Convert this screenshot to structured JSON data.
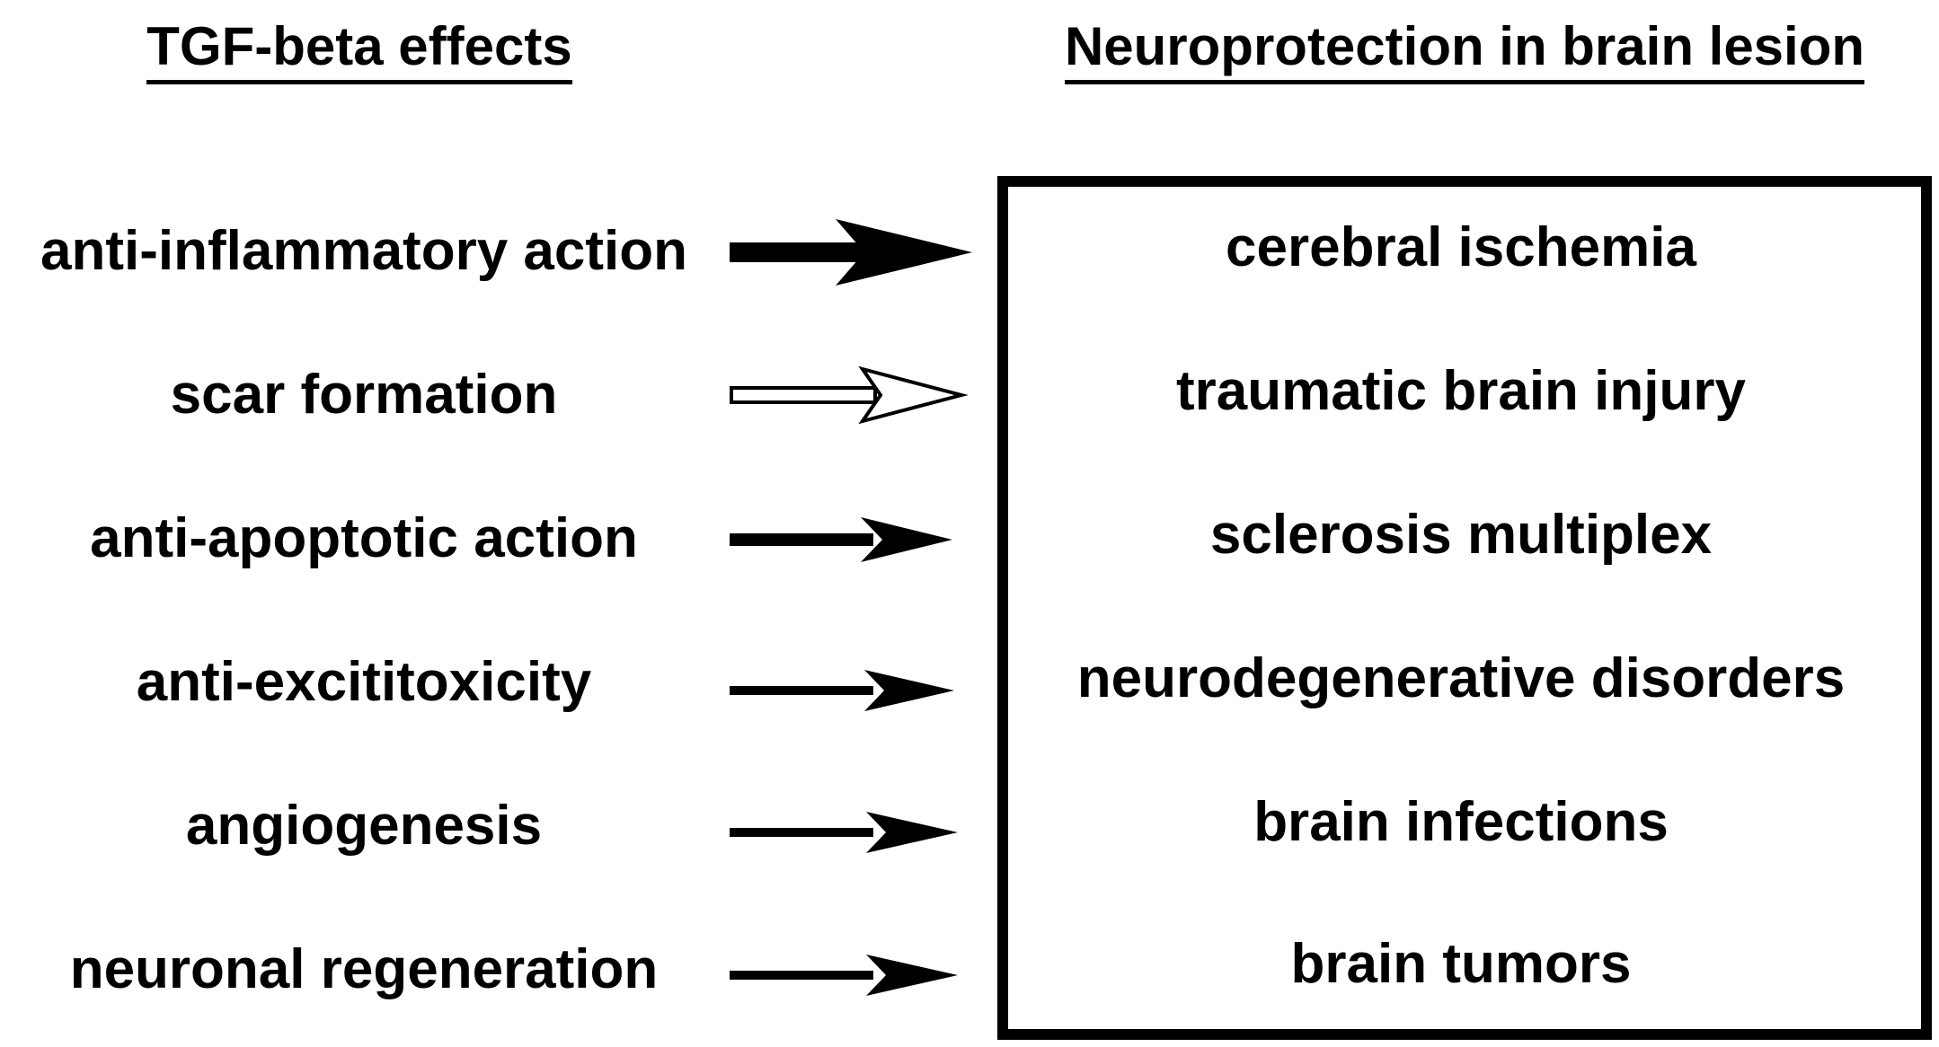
{
  "headings": {
    "effects": "TGF-beta effects",
    "lesions": "Neuroprotection in brain lesion"
  },
  "effects": [
    "anti-inflammatory action",
    "scar formation",
    "anti-apoptotic action",
    "anti-excititoxicity",
    "angiogenesis",
    "neuronal regeneration"
  ],
  "lesions": [
    "cerebral ischemia",
    "traumatic brain injury",
    "sclerosis multiplex",
    "neurodegenerative disorders",
    "brain infections",
    "brain tumors"
  ],
  "arrows": [
    {
      "style": "solid-thick"
    },
    {
      "style": "hollow"
    },
    {
      "style": "solid-medium"
    },
    {
      "style": "solid-thin"
    },
    {
      "style": "solid-thin"
    },
    {
      "style": "solid-thin"
    }
  ],
  "colors": {
    "ink": "#000000",
    "background": "#ffffff"
  }
}
